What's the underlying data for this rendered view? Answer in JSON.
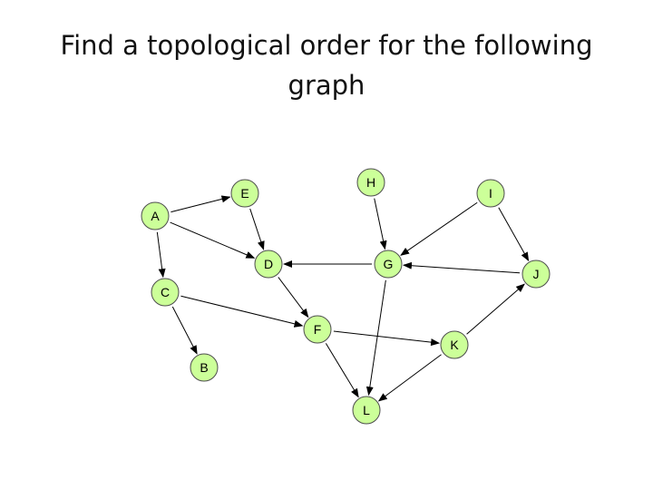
{
  "title": "Find a topological order for the following graph",
  "colors": {
    "node_fill": "#ccff99",
    "node_stroke": "#4d4d4d",
    "edge": "#000000"
  },
  "nodes": [
    {
      "id": "A",
      "label": "A"
    },
    {
      "id": "B",
      "label": "B"
    },
    {
      "id": "C",
      "label": "C"
    },
    {
      "id": "D",
      "label": "D"
    },
    {
      "id": "E",
      "label": "E"
    },
    {
      "id": "F",
      "label": "F"
    },
    {
      "id": "G",
      "label": "G"
    },
    {
      "id": "H",
      "label": "H"
    },
    {
      "id": "I",
      "label": "I"
    },
    {
      "id": "J",
      "label": "J"
    },
    {
      "id": "K",
      "label": "K"
    },
    {
      "id": "L",
      "label": "L"
    }
  ],
  "edges": [
    {
      "from": "A",
      "to": "E"
    },
    {
      "from": "A",
      "to": "D"
    },
    {
      "from": "A",
      "to": "C"
    },
    {
      "from": "E",
      "to": "D"
    },
    {
      "from": "C",
      "to": "B"
    },
    {
      "from": "C",
      "to": "F"
    },
    {
      "from": "D",
      "to": "F"
    },
    {
      "from": "H",
      "to": "G"
    },
    {
      "from": "I",
      "to": "G"
    },
    {
      "from": "I",
      "to": "J"
    },
    {
      "from": "G",
      "to": "D"
    },
    {
      "from": "J",
      "to": "G"
    },
    {
      "from": "G",
      "to": "L"
    },
    {
      "from": "F",
      "to": "L"
    },
    {
      "from": "F",
      "to": "K"
    },
    {
      "from": "K",
      "to": "L"
    },
    {
      "from": "K",
      "to": "J"
    }
  ]
}
